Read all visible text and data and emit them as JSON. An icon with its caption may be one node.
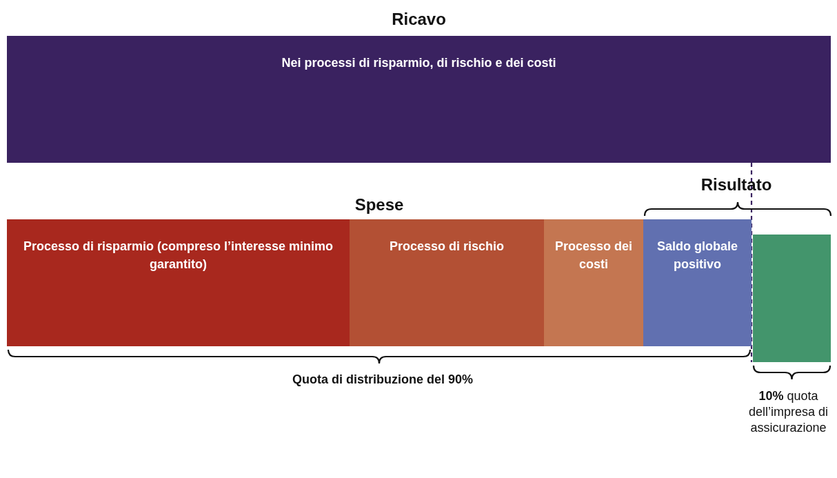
{
  "diagram": {
    "nodes": [
      {
        "text": [
          "Ricavo",
          "Nei processi di risparmio, di rischio e dei costi"
        ]
      },
      {
        "text": [
          "Processo di risparmio (compreso l’interesse minimo garantito)"
        ]
      },
      {
        "text": [
          "Processo di rischio"
        ]
      },
      {
        "text": [
          "Processo dei costi"
        ]
      },
      {
        "text": [
          "Saldo globale positivo"
        ]
      },
      {
        "text": [],
        "shape": "bar",
        "beside": [
          "**10%** quota dell’impresa di assicurazione"
        ]
      }
    ],
    "edges": [],
    "labels": [
      "Risultato",
      "Spese",
      "Quota di distribuzione del 90%"
    ]
  }
}
